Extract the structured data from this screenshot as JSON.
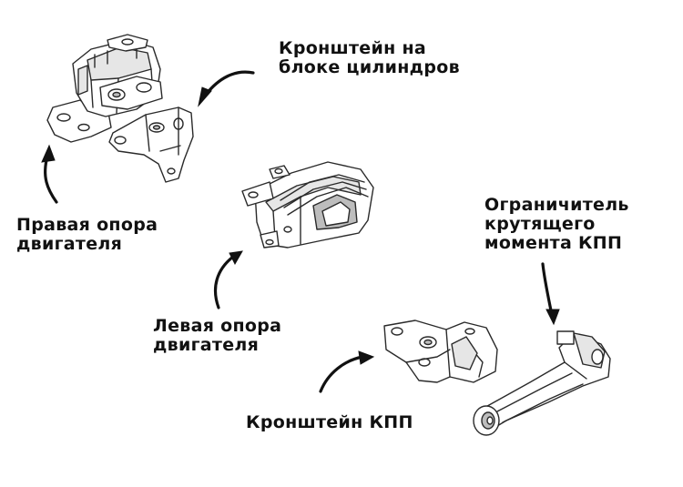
{
  "labels": {
    "block_bracket": [
      "Кронштейн на",
      "блоке цилиндров"
    ],
    "right_mount": [
      "Правая опора",
      "двигателя"
    ],
    "left_mount": [
      "Левая опора",
      "двигателя"
    ],
    "torque_limiter": [
      "Ограничитель",
      "крутящего",
      "момента КПП"
    ],
    "gearbox_bracket": [
      "Кронштейн КПП"
    ]
  }
}
